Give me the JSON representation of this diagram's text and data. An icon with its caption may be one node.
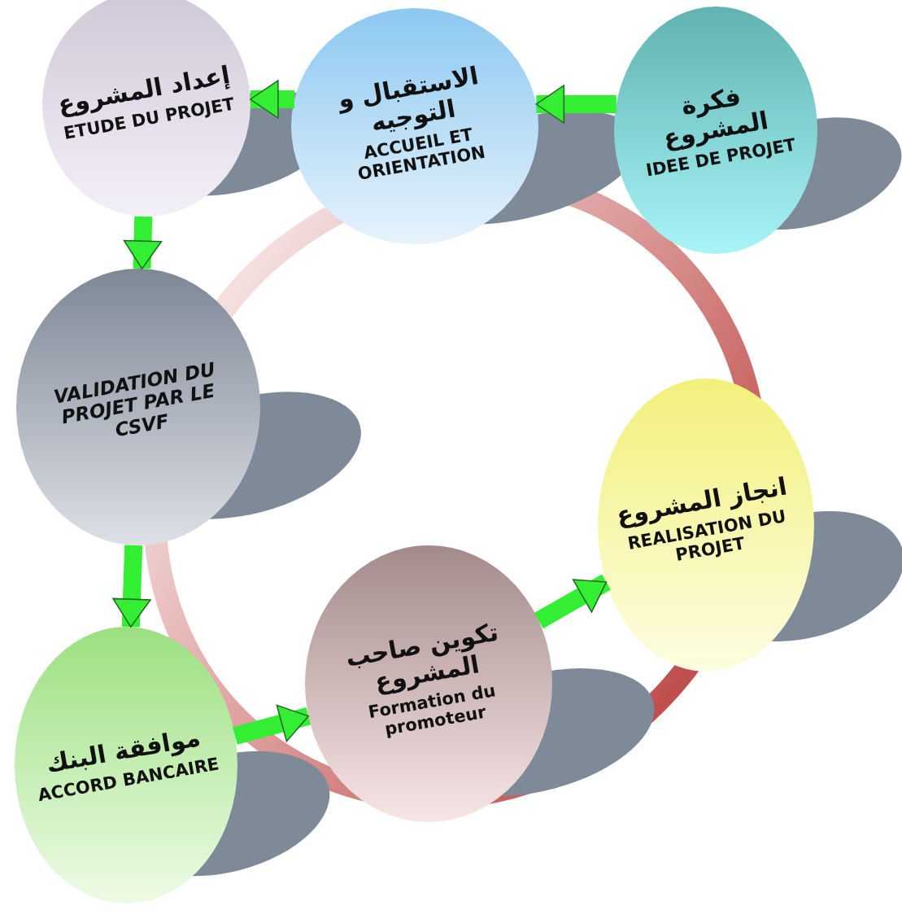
{
  "diagram": {
    "nodes": [
      {
        "text": [
          "فكرة المشروع",
          "IDEE DE PROJET"
        ]
      },
      {
        "text": [
          "الاستقبال و التوجيه",
          "ACCUEIL ET ORIENTATION"
        ]
      },
      {
        "text": [
          "إعداد المشروع",
          "ETUDE DU PROJET"
        ]
      },
      {
        "text": [
          "VALIDATION DU PROJET PAR LE CSVF"
        ]
      },
      {
        "text": [
          "موافقة البنك",
          "ACCORD BANCAIRE"
        ]
      },
      {
        "text": [
          "تكوين صاحب المشروع",
          "Formation du promoteur"
        ]
      },
      {
        "text": [
          "انجاز المشروع",
          "REALISATION DU PROJET"
        ]
      }
    ],
    "edges": [
      {
        "from": 0,
        "to": 1,
        "arrow": "to"
      },
      {
        "from": 1,
        "to": 2,
        "arrow": "to"
      },
      {
        "from": 2,
        "to": 3,
        "arrow": "to"
      },
      {
        "from": 3,
        "to": 4,
        "arrow": "to"
      },
      {
        "from": 4,
        "to": 5,
        "arrow": "to"
      },
      {
        "from": 5,
        "to": 6,
        "arrow": "to"
      }
    ]
  }
}
